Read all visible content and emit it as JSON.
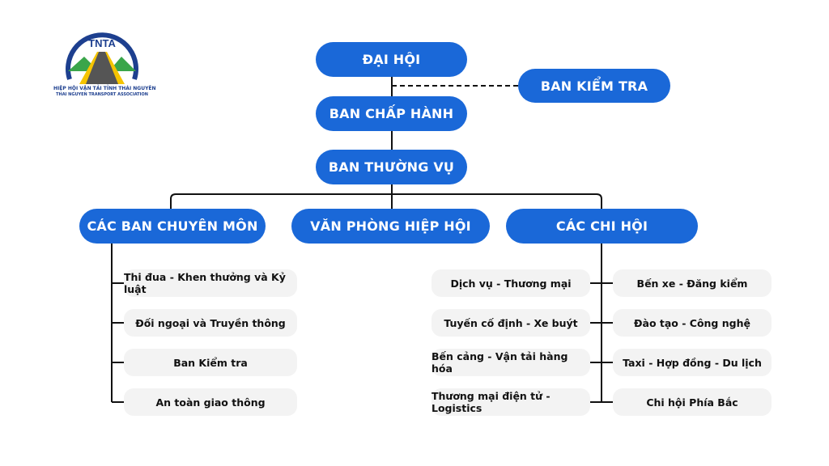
{
  "logo": {
    "acronym": "TNTA",
    "name_vi": "HIỆP HỘI VẬN TẢI TỈNH THÁI NGUYÊN",
    "name_en": "THAI NGUYEN TRANSPORT ASSOCIATION"
  },
  "top": {
    "dai_hoi": "ĐẠI HỘI",
    "ban_kiem_tra": "BAN KIỂM TRA",
    "ban_chap_hanh": "BAN CHẤP HÀNH",
    "ban_thuong_vu": "BAN THƯỜNG VỤ"
  },
  "branches": {
    "chuyen_mon": "CÁC BAN CHUYÊN MÔN",
    "van_phong": "VĂN PHÒNG HIỆP HỘI",
    "chi_hoi": "CÁC CHI HỘI"
  },
  "chuyen_mon_items": [
    "Thi đua - Khen thưởng và Kỷ luật",
    "Đối ngoại và Truyền thông",
    "Ban Kiểm tra",
    "An toàn giao thông"
  ],
  "chi_hoi_left": [
    "Dịch vụ - Thương mại",
    "Tuyến cố định - Xe buýt",
    "Bến cảng - Vận tải hàng hóa",
    "Thương mại điện tử - Logistics"
  ],
  "chi_hoi_right": [
    "Bến xe - Đăng kiểm",
    "Đào tạo - Công nghệ",
    "Taxi - Hợp đồng - Du lịch",
    "Chi hội Phía Bắc"
  ],
  "colors": {
    "primary": "#1a68d8",
    "sub_bg": "#f3f3f3",
    "logo_blue": "#1d3f8f",
    "logo_green": "#3aa54a",
    "logo_yellow": "#f5c400"
  }
}
